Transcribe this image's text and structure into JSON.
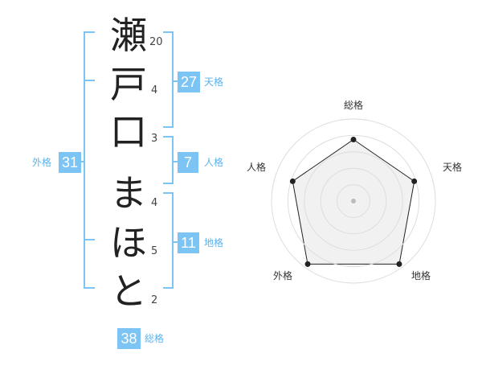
{
  "name": {
    "chars": [
      "瀬",
      "戸",
      "口",
      "ま",
      "ほ",
      "と"
    ],
    "strokes": [
      "20",
      "4",
      "3",
      "4",
      "5",
      "2"
    ]
  },
  "kaku": {
    "tenkaku": {
      "value": "27",
      "label": "天格"
    },
    "jinkaku": {
      "value": "7",
      "label": "人格"
    },
    "chikaku": {
      "value": "11",
      "label": "地格"
    },
    "gaikaku": {
      "value": "31",
      "label": "外格"
    },
    "soukaku": {
      "value": "38",
      "label": "総格"
    }
  },
  "radar": {
    "labels": {
      "top": "総格",
      "right": "天格",
      "bottom_right": "地格",
      "bottom_left": "外格",
      "left": "人格"
    },
    "values": [
      0.75,
      0.78,
      0.95,
      0.95,
      0.78
    ],
    "colors": {
      "line": "#222222",
      "fill": "#efefef",
      "grid": "#dddddd",
      "center": "#bbbbbb"
    }
  },
  "colors": {
    "accent": "#7cc4f4",
    "bracket": "#7cc4f4"
  }
}
